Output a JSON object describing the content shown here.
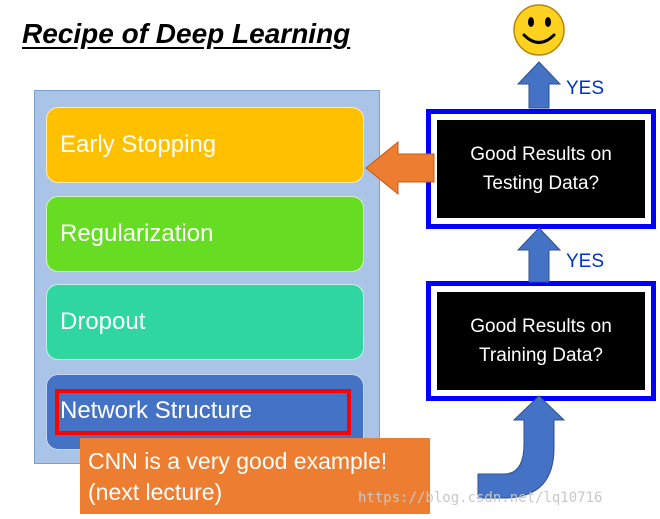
{
  "title": "Recipe of Deep Learning",
  "blocks": [
    {
      "label": "Early Stopping"
    },
    {
      "label": "Regularization"
    },
    {
      "label": "Dropout"
    },
    {
      "label": "Network Structure"
    }
  ],
  "callout": {
    "line1": "CNN is a very good example!",
    "line2": "(next lecture)"
  },
  "decisions": {
    "testing": {
      "line1": "Good Results on",
      "line2": "Testing Data?"
    },
    "training": {
      "line1": "Good Results on",
      "line2": "Training Data?"
    }
  },
  "yes_labels": [
    "YES",
    "YES"
  ],
  "watermark": "https://blog.csdn.net/lq10716",
  "colors": {
    "early_stopping": "#ffc000",
    "regularization": "#66dd22",
    "dropout": "#2fd6a0",
    "network_structure": "#4472c4",
    "highlight": "#ff0000",
    "callout": "#ed7d31",
    "decision_border": "#0000ff",
    "arrow_blue": "#4472c4",
    "arrow_orange": "#ed7d31"
  },
  "icons": [
    "smiley-icon"
  ]
}
